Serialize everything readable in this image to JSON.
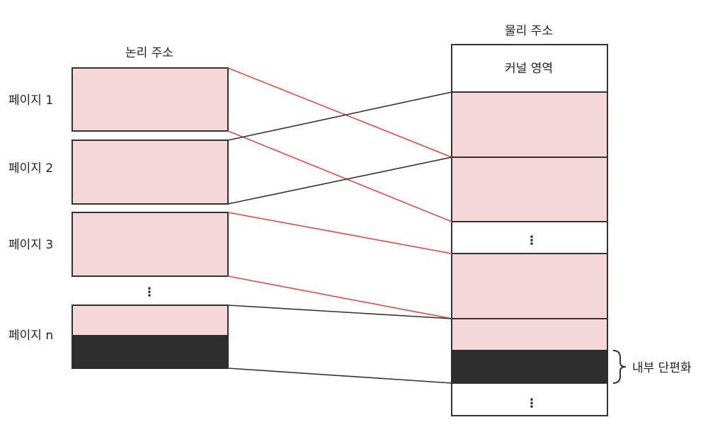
{
  "logical": {
    "title": "논리 주소",
    "pages": [
      {
        "label": "페이지 1"
      },
      {
        "label": "페이지 2"
      },
      {
        "label": "페이지 3"
      },
      {
        "label": "페이지 n"
      }
    ],
    "ellipsis": "⋮"
  },
  "physical": {
    "title": "물리 주소",
    "kernel_label": "커널 영역",
    "ellipsis": "⋮"
  },
  "annotation": {
    "label": "내부 단편화"
  },
  "colors": {
    "page_fill": "#f6d7d9",
    "fragment_fill": "#2d2d2d",
    "red_link": "#d94b4b",
    "black_link": "#333333",
    "stroke": "#333333"
  }
}
